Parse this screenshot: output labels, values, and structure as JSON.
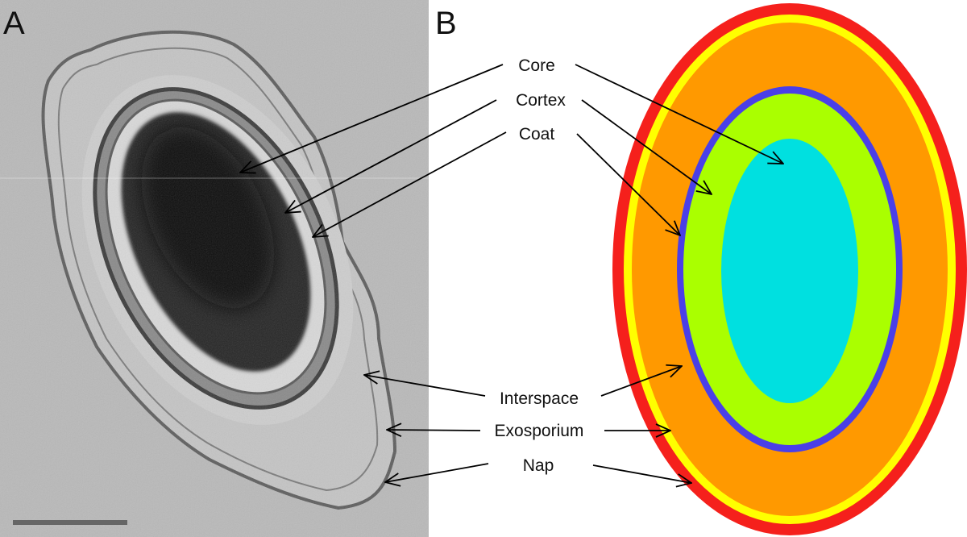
{
  "panels": {
    "a": "A",
    "b": "B"
  },
  "labels": {
    "core": "Core",
    "cortex": "Cortex",
    "coat": "Coat",
    "interspace": "Interspace",
    "exosporium": "Exosporium",
    "nap": "Nap"
  },
  "colors": {
    "nap": "#f5201c",
    "exosporium": "#ffff00",
    "interspace": "#ff9900",
    "coat": "#4a3fe8",
    "cortex": "#aaff00",
    "core": "#00e0e0",
    "micrograph_bg": "#b8b8b8",
    "scale_bar": "#666666"
  }
}
